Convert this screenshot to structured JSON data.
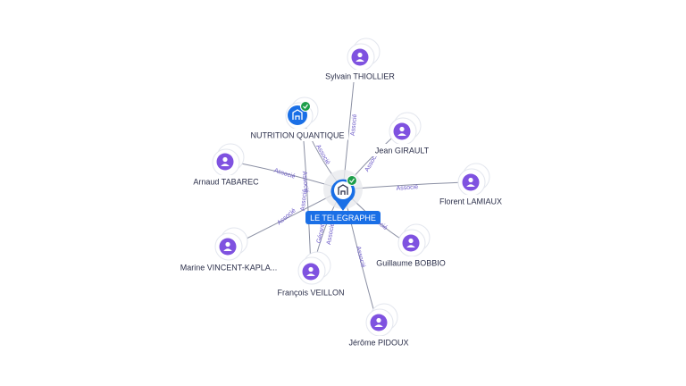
{
  "center": {
    "label": "LE TELEGRAPHE",
    "icon": "building-icon",
    "verified": true,
    "color": "#1a6fe6"
  },
  "company_node": {
    "label": "NUTRITION QUANTIQUE",
    "icon": "building-icon",
    "verified": true,
    "color": "#1a6fe6"
  },
  "people": [
    {
      "name": "Sylvain THIOLLIER",
      "role": "Associé"
    },
    {
      "name": "Jean GIRAULT",
      "role": "Associé"
    },
    {
      "name": "Florent LAMIAUX",
      "role": "Associé"
    },
    {
      "name": "Guillaume BOBBIO",
      "role": "Associé"
    },
    {
      "name": "Jérôme PIDOUX",
      "role": "Associé"
    },
    {
      "name": "François VEILLON",
      "role": "Gérant"
    },
    {
      "name": "Marine VINCENT-KAPLA...",
      "role": "Associé"
    },
    {
      "name": "Arnaud TABAREC",
      "role": "Associé"
    }
  ],
  "extra_edge_labels": [
    "Associé",
    "Associé",
    "Associé",
    "Associé"
  ],
  "colors": {
    "person": "#7f52e0",
    "edge": "#8a8fa3",
    "edge_label": "#6b59c8",
    "check": "#1e9e4a"
  }
}
